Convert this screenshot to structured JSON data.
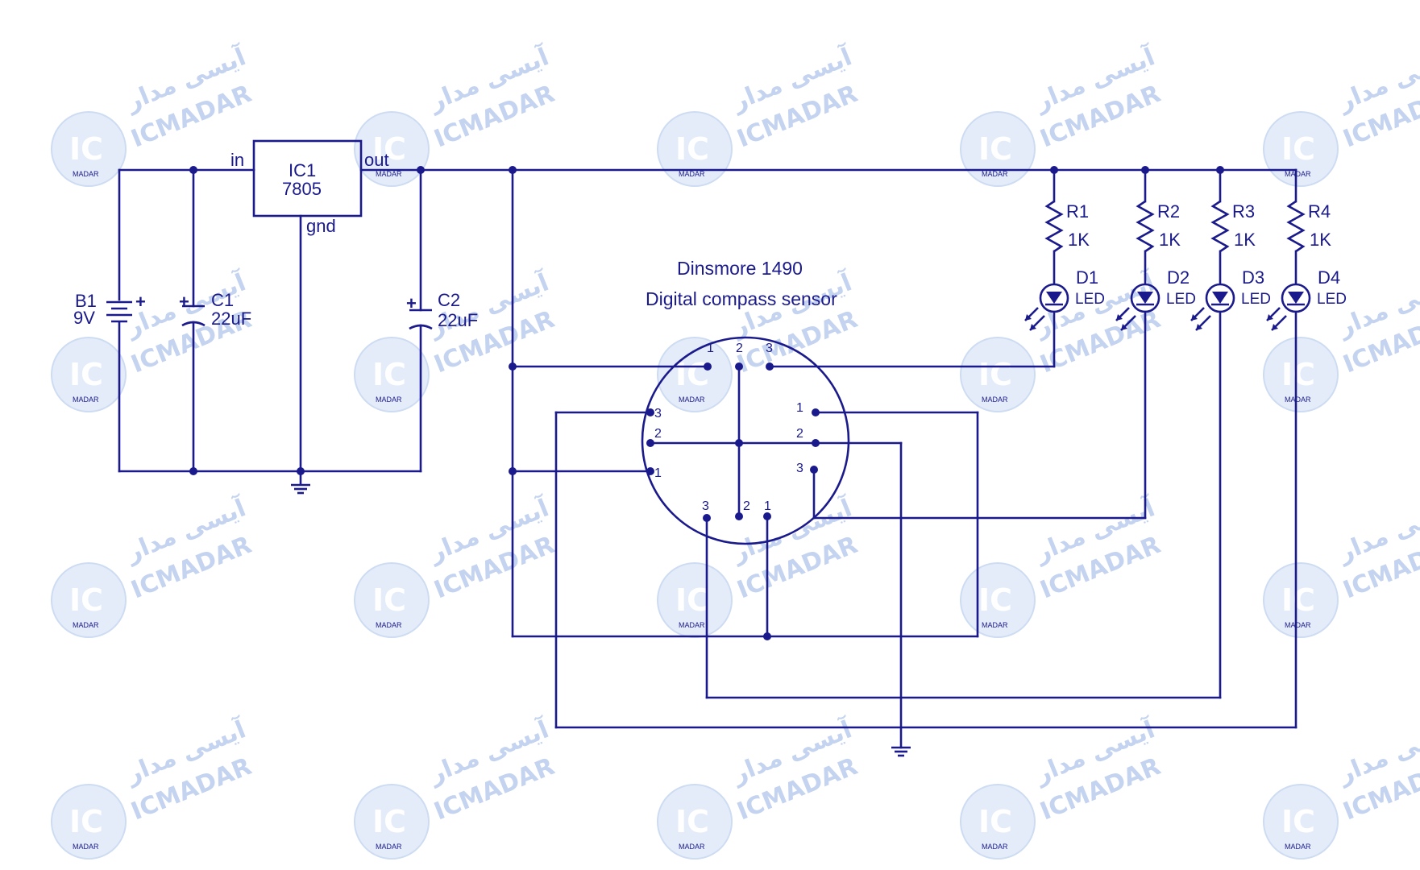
{
  "diagram": {
    "title_line1": "Dinsmore 1490",
    "title_line2": "Digital compass sensor",
    "regulator": {
      "name": "IC1",
      "part": "7805",
      "pin_in": "in",
      "pin_out": "out",
      "pin_gnd": "gnd"
    },
    "battery": {
      "name": "B1",
      "value": "9V",
      "polarity": "+"
    },
    "capacitors": [
      {
        "name": "C1",
        "value": "22uF",
        "polarity": "+"
      },
      {
        "name": "C2",
        "value": "22uF",
        "polarity": "+"
      }
    ],
    "resistors": [
      {
        "name": "R1",
        "value": "1K"
      },
      {
        "name": "R2",
        "value": "1K"
      },
      {
        "name": "R3",
        "value": "1K"
      },
      {
        "name": "R4",
        "value": "1K"
      }
    ],
    "leds": [
      {
        "name": "D1",
        "type": "LED"
      },
      {
        "name": "D2",
        "type": "LED"
      },
      {
        "name": "D3",
        "type": "LED"
      },
      {
        "name": "D4",
        "type": "LED"
      }
    ],
    "sensor_pins": {
      "top": [
        "1",
        "2",
        "3"
      ],
      "left": [
        "3",
        "2",
        "1"
      ],
      "right": [
        "1",
        "2",
        "3"
      ],
      "bottom": [
        "3",
        "2",
        "1"
      ]
    }
  },
  "watermark": {
    "brand": "ICMADAR",
    "brand_fa": "آیسی مدار",
    "logo": "IC",
    "logo_sub": "MADAR"
  },
  "colors": {
    "ink": "#1a1a8c",
    "watermark": "#c4d3ef",
    "background": "#ffffff"
  }
}
